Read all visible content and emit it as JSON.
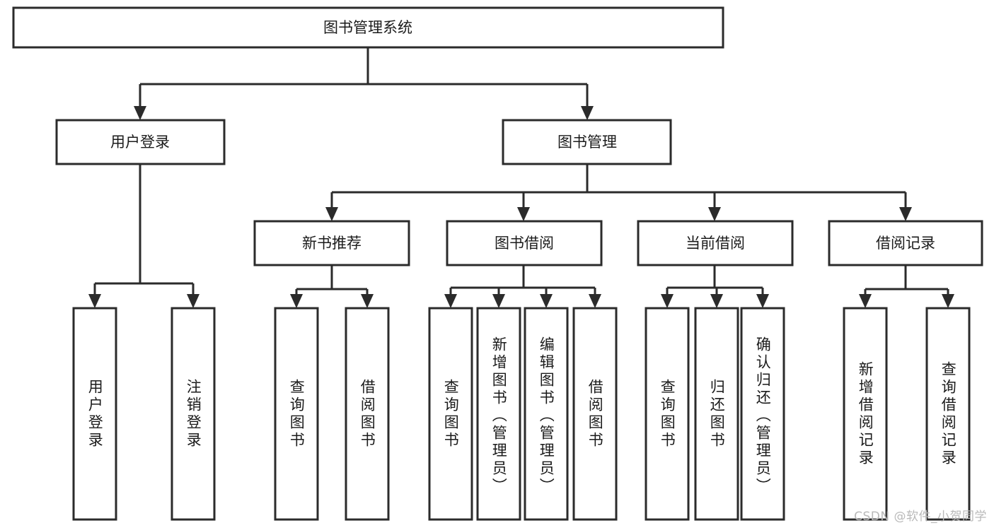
{
  "diagram": {
    "title": "图书管理系统",
    "watermark": "CSDN @软件_小贺同学",
    "root": {
      "label": "图书管理系统"
    },
    "level1": [
      {
        "label": "用户登录"
      },
      {
        "label": "图书管理"
      }
    ],
    "level2": [
      {
        "label": "新书推荐"
      },
      {
        "label": "图书借阅"
      },
      {
        "label": "当前借阅"
      },
      {
        "label": "借阅记录"
      }
    ],
    "leaves": {
      "user_login": [
        {
          "label": "用户登录"
        },
        {
          "label": "注销登录"
        }
      ],
      "new_book_recommend": [
        {
          "label": "查询图书"
        },
        {
          "label": "借阅图书"
        }
      ],
      "book_borrow": [
        {
          "label": "查询图书"
        },
        {
          "label": "新增图书（管理员）"
        },
        {
          "label": "编辑图书（管理员）"
        },
        {
          "label": "借阅图书"
        }
      ],
      "current_borrow": [
        {
          "label": "查询图书"
        },
        {
          "label": "归还图书"
        },
        {
          "label": "确认归还（管理员）"
        }
      ],
      "borrow_record": [
        {
          "label": "新增借阅记录"
        },
        {
          "label": "查询借阅记录"
        }
      ]
    },
    "colors": {
      "stroke": "#2b2b2b",
      "fill": "#ffffff",
      "text": "#1b1b1b",
      "watermark": "#b9b9b9"
    }
  }
}
